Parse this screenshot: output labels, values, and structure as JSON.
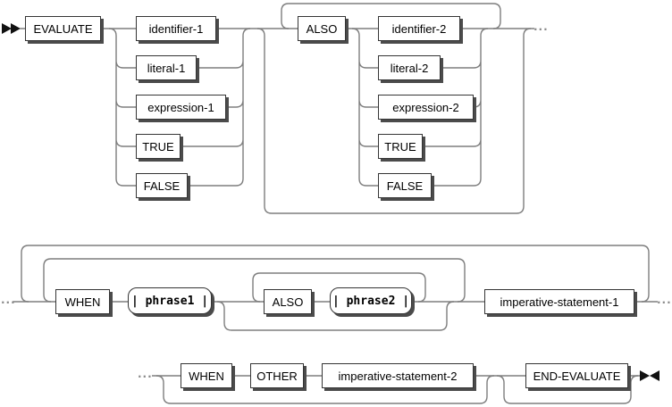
{
  "colors": {
    "background": "#ffffff",
    "line": "#7e7e7e",
    "box_border": "#353535",
    "box_shadow": "#4b4b4b",
    "text": "#000000",
    "arrow": "#111111"
  },
  "connectors": {
    "ellipsis": "..."
  },
  "nodes": {
    "evaluate": "EVALUATE",
    "identifier_1": "identifier-1",
    "literal_1": "literal-1",
    "expression_1": "expression-1",
    "true_1": "TRUE",
    "false_1": "FALSE",
    "also_1": "ALSO",
    "identifier_2": "identifier-2",
    "literal_2": "literal-2",
    "expression_2": "expression-2",
    "true_2": "TRUE",
    "false_2": "FALSE",
    "when_1": "WHEN",
    "phrase_1": "| phrase1 |",
    "also_2": "ALSO",
    "phrase_2": "| phrase2 |",
    "imperative_statement_1": "imperative-statement-1",
    "when_2": "WHEN",
    "other": "OTHER",
    "imperative_statement_2": "imperative-statement-2",
    "end_evaluate": "END-EVALUATE"
  }
}
